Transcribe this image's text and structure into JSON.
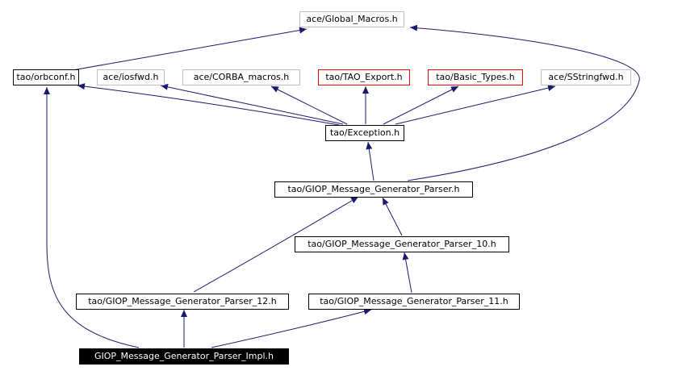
{
  "diagram": {
    "nodes": {
      "global_macros": "ace/Global_Macros.h",
      "orbconf": "tao/orbconf.h",
      "iosfwd": "ace/iosfwd.h",
      "corba_macros": "ace/CORBA_macros.h",
      "tao_export": "tao/TAO_Export.h",
      "basic_types": "tao/Basic_Types.h",
      "sstringfwd": "ace/SStringfwd.h",
      "exception": "tao/Exception.h",
      "parser": "tao/GIOP_Message_Generator_Parser.h",
      "parser_10": "tao/GIOP_Message_Generator_Parser_10.h",
      "parser_12": "tao/GIOP_Message_Generator_Parser_12.h",
      "parser_11": "tao/GIOP_Message_Generator_Parser_11.h",
      "parser_impl": "GIOP_Message_Generator_Parser_Impl.h"
    },
    "colors": {
      "edge": "#191970",
      "external_border": "#bfbfbf",
      "export_border": "#ff0000",
      "main_fill": "#000000"
    }
  }
}
